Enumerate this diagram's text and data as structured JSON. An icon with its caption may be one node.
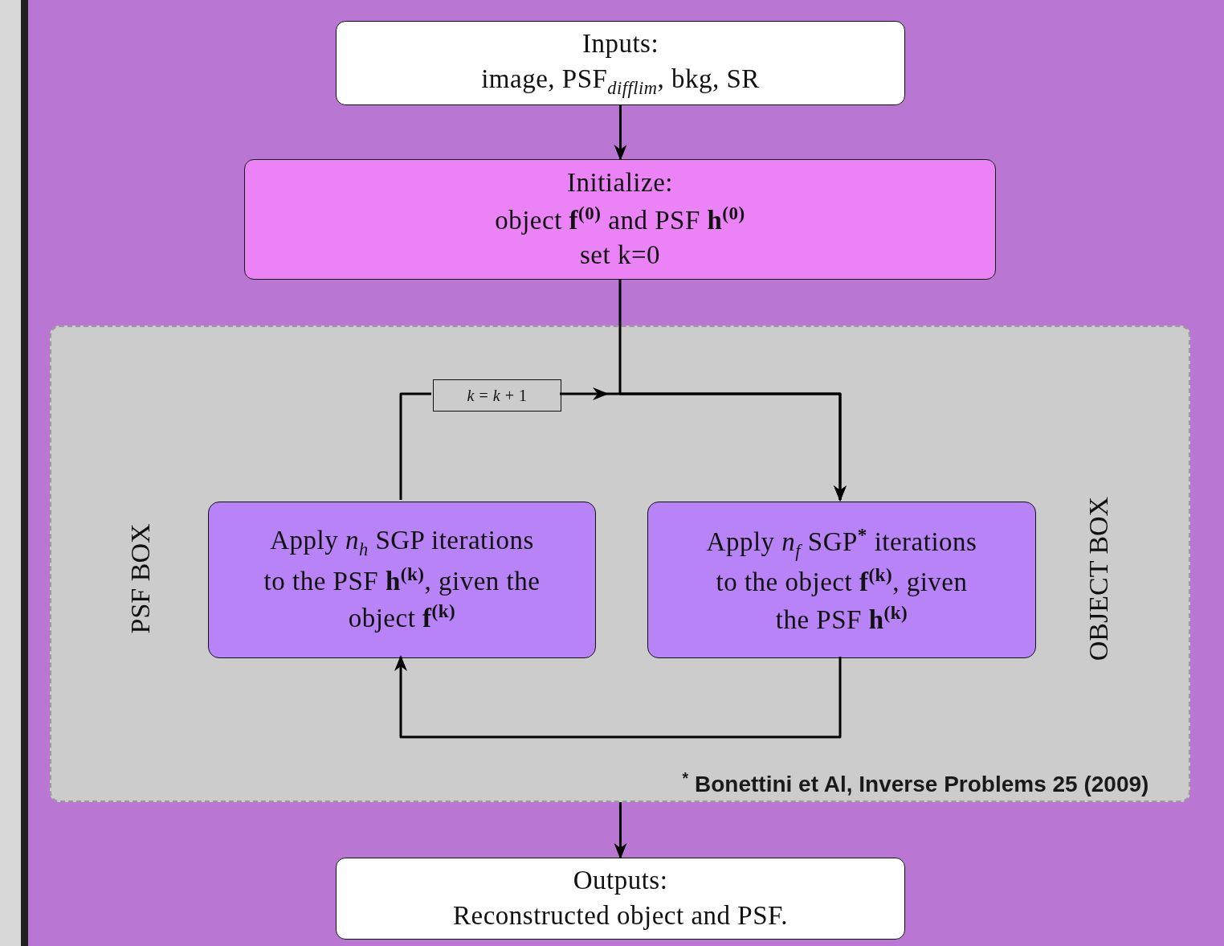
{
  "diagram": {
    "nodes": [
      {
        "text": [
          "Inputs:",
          "image, PSF$_{difflim}$, bkg, SR"
        ]
      },
      {
        "text": [
          "Initialize:",
          "object **f**$^{(0)}$ and PSF **h**$^{(0)}$",
          "set k=0"
        ]
      },
      {
        "text": [],
        "shape": "box"
      },
      {
        "text": [
          "*k* = *k* + 1"
        ],
        "in": 2
      },
      {
        "text": [
          "Apply *n*$_{h}$ SGP iterations to the PSF **h**$^{(k)}$, given the object **f**$^{(k)}$"
        ],
        "in": 2
      },
      {
        "text": [
          "Apply *n*$_{f}$ SGP$^{*}$ iterations to the object **f**$^{(k)}$, given the PSF **h**$^{(k)}$"
        ],
        "in": 2
      },
      {
        "text": [
          "Outputs:",
          "Reconstructed object and PSF."
        ]
      }
    ],
    "edges": [
      {
        "from": 0,
        "to": 1,
        "arrow": "to"
      },
      {
        "from": 1,
        "to": 5,
        "arrow": "to"
      },
      {
        "from": 5,
        "to": 4,
        "arrow": "to"
      },
      {
        "from": 4,
        "to": 3,
        "arrow": "none"
      },
      {
        "from": 3,
        "to": 5,
        "arrow": "to"
      },
      {
        "from": 2,
        "to": 6,
        "arrow": "to"
      }
    ],
    "labels": [
      "PSF BOX",
      "OBJECT BOX",
      "$^{*}$ Bonettini et Al, Inverse Problems 25 (2009)"
    ]
  }
}
